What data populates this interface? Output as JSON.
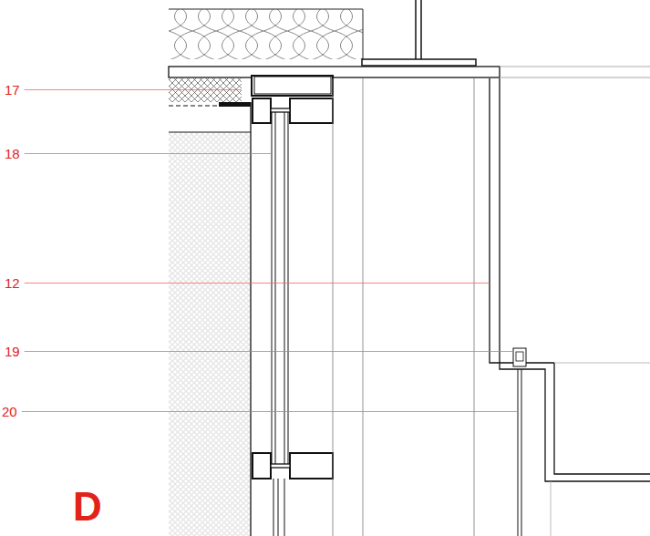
{
  "diagram": {
    "labels": [
      "17",
      "18",
      "12",
      "19",
      "20",
      "D"
    ]
  }
}
